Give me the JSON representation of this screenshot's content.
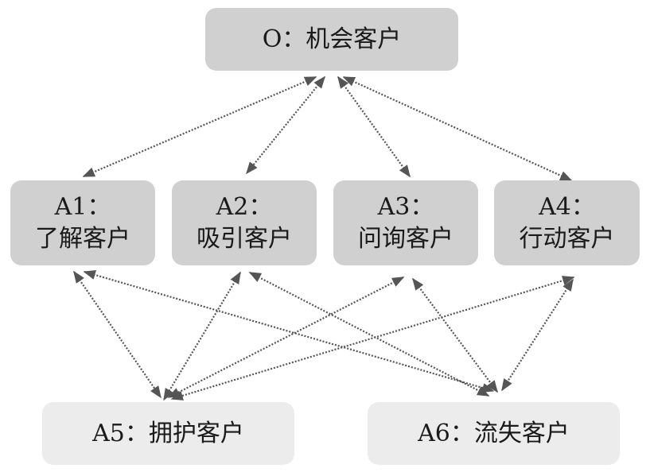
{
  "colors": {
    "top_node_fill": "#d0d0d0",
    "middle_node_fill": "#d0d0d0",
    "bottom_node_fill": "#ececec",
    "arrow_color": "#555555",
    "text_color": "#1a1a1a"
  },
  "nodes": {
    "o": {
      "label": "O：机会客户"
    },
    "a1": {
      "code": "A1：",
      "name": "了解客户"
    },
    "a2": {
      "code": "A2：",
      "name": "吸引客户"
    },
    "a3": {
      "code": "A3：",
      "name": "问询客户"
    },
    "a4": {
      "code": "A4：",
      "name": "行动客户"
    },
    "a5": {
      "label": "A5：拥护客户"
    },
    "a6": {
      "label": "A6：流失客户"
    }
  },
  "edges": [
    {
      "from": "o",
      "to": "a1",
      "style": "dotted",
      "arrows": "both"
    },
    {
      "from": "o",
      "to": "a2",
      "style": "dotted",
      "arrows": "both"
    },
    {
      "from": "o",
      "to": "a3",
      "style": "dotted",
      "arrows": "both"
    },
    {
      "from": "o",
      "to": "a4",
      "style": "dotted",
      "arrows": "both"
    },
    {
      "from": "a1",
      "to": "a5",
      "style": "dotted",
      "arrows": "both"
    },
    {
      "from": "a1",
      "to": "a6",
      "style": "dotted",
      "arrows": "both"
    },
    {
      "from": "a2",
      "to": "a5",
      "style": "dotted",
      "arrows": "both"
    },
    {
      "from": "a2",
      "to": "a6",
      "style": "dotted",
      "arrows": "both"
    },
    {
      "from": "a3",
      "to": "a5",
      "style": "dotted",
      "arrows": "both"
    },
    {
      "from": "a3",
      "to": "a6",
      "style": "dotted",
      "arrows": "both"
    },
    {
      "from": "a4",
      "to": "a5",
      "style": "dotted",
      "arrows": "both"
    },
    {
      "from": "a4",
      "to": "a6",
      "style": "dotted",
      "arrows": "both"
    }
  ]
}
